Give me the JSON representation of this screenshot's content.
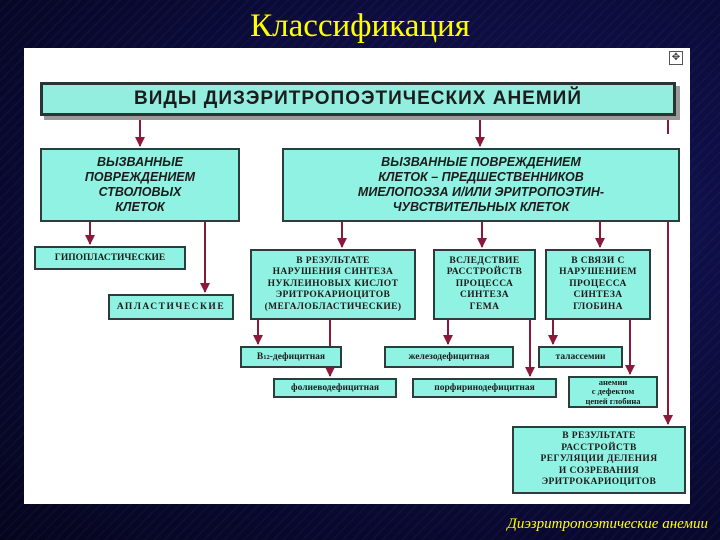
{
  "slide": {
    "title": "Классификация",
    "footer": "Диэзритропоэтические анемии",
    "colors": {
      "background": "#0b0b3c",
      "title": "#ffff00",
      "box_fill": "#8ff2e2",
      "connector": "#8b1a3a"
    }
  },
  "diagram": {
    "header": "ВИДЫ ДИЗЭРИТРОПОЭТИЧЕСКИХ АНЕМИЙ",
    "stem_cells": "ВЫЗВАННЫЕ\nПОВРЕЖДЕНИЕМ\nСТВОЛОВЫХ\nКЛЕТОК",
    "precursor_cells": "ВЫЗВАННЫЕ ПОВРЕЖДЕНИЕМ\nКЛЕТОК – ПРЕДШЕСТВЕННИКОВ\nМИЕЛОПОЭЗА И/ИЛИ ЭРИТРОПОЭТИН-\nЧУВСТВИТЕЛЬНЫХ КЛЕТОК",
    "hypoplastic": "ГИПОПЛАСТИЧЕСКИЕ",
    "aplastic": "АПЛАСТИЧЕСКИЕ",
    "nucleic_synthesis": "В РЕЗУЛЬТАТЕ\nНАРУШЕНИЯ СИНТЕЗА\nНУКЛЕИНОВЫХ КИСЛОТ\nЭРИТРОКАРИОЦИТОВ\n(МЕГАЛОБЛАСТИЧЕСКИЕ)",
    "heme_synthesis": "ВСЛЕДСТВИЕ\nРАССТРОЙСТВ\nПРОЦЕССА\nСИНТЕЗА\nГЕМА",
    "globin_synthesis": "В СВЯЗИ С\nНАРУШЕНИЕМ\nПРОЦЕССА\nСИНТЕЗА\nГЛОБИНА",
    "b12_prefix": "B",
    "b12_subscript": "12",
    "b12_suffix": "-дефицитная",
    "folate": "фолиеводефицитная",
    "iron": "железодефицитная",
    "porphyrin": "порфиринодефицитная",
    "thalassemia": "талассемии",
    "globin_chain": "анемии\nс дефектом\nцепей глобина",
    "division_maturation": "В РЕЗУЛЬТАТЕ\nРАССТРОЙСТВ\nРЕГУЛЯЦИИ ДЕЛЕНИЯ\nИ СОЗРЕВАНИЯ\nЭРИТРОКАРИОЦИТОВ"
  }
}
